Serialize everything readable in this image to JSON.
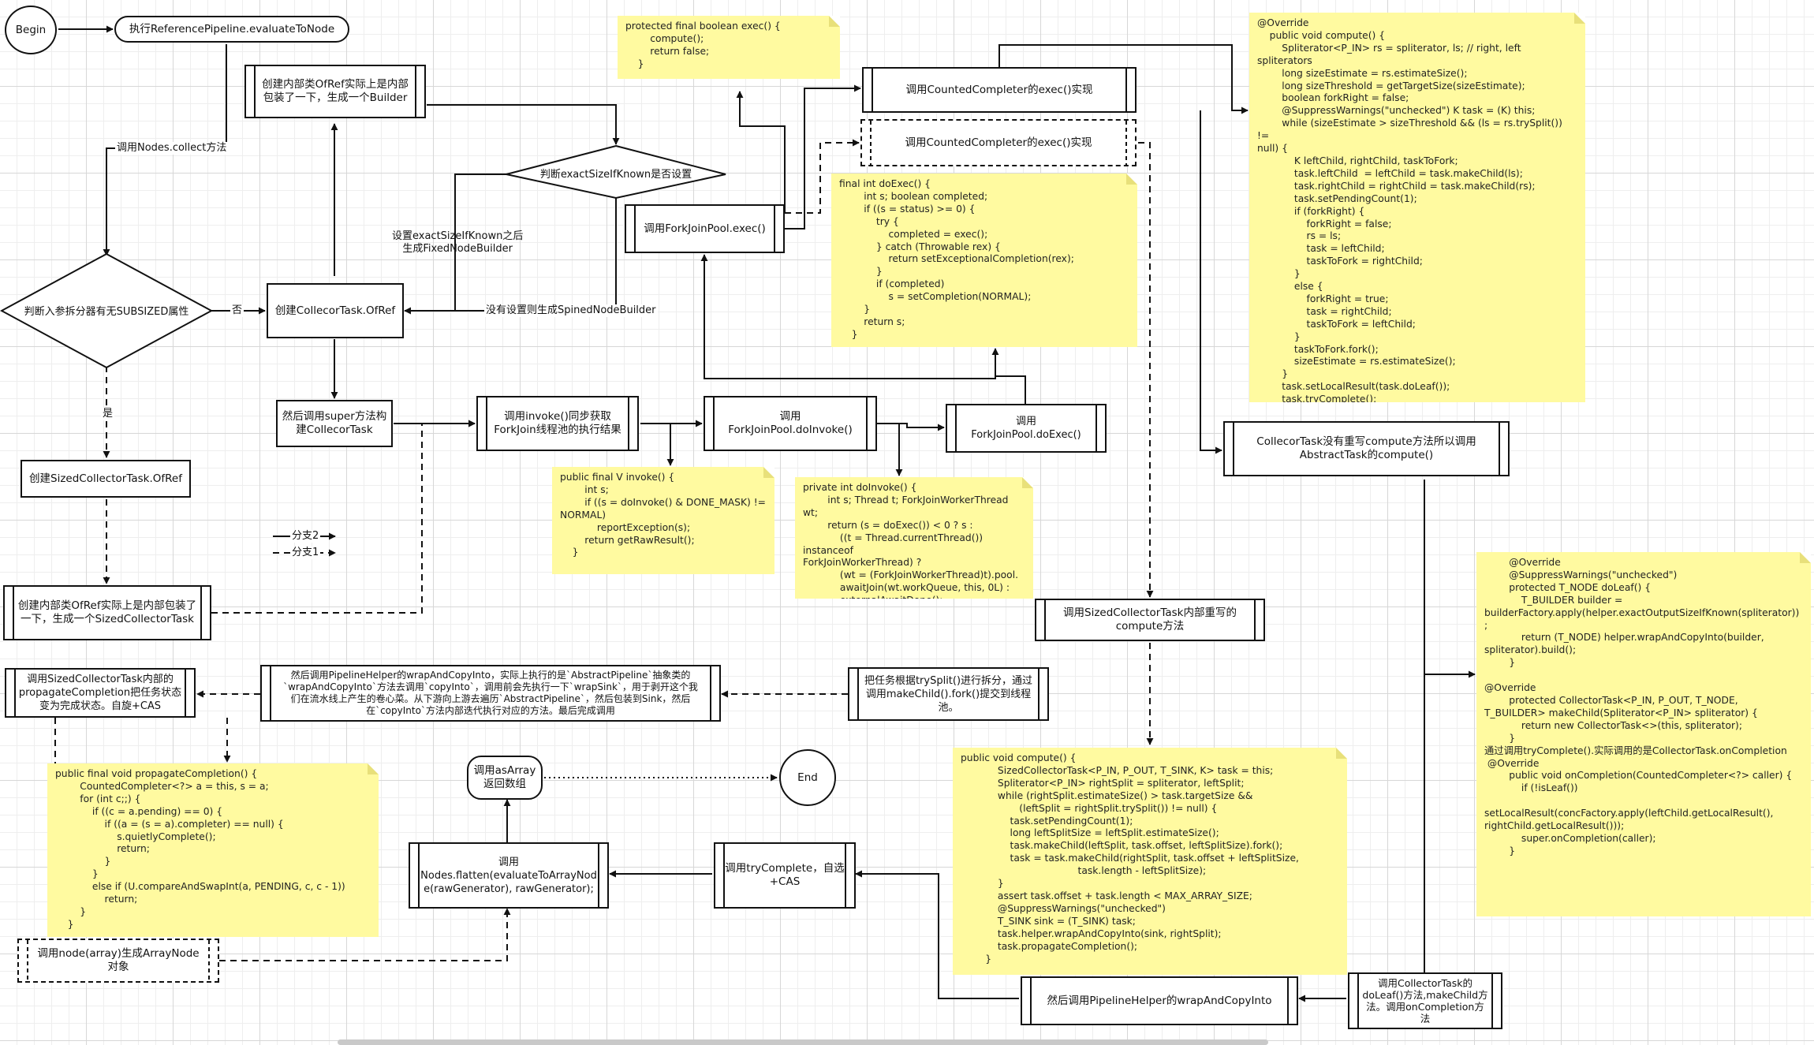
{
  "nodes": {
    "begin": "Begin",
    "start": "执行ReferencePipeline.evaluateToNode",
    "decision_subsized": "判断入参拆分器有无SUBSIZED属性",
    "create_ofref": "创建CollecorTask.OfRef",
    "create_sized": "创建SizedCollectorTask.OfRef",
    "wrap_builder": "创建内部类OfRef实际上是内部\n包装了一下，生成一个Builder",
    "decision_exact": "判断exactSizeIfKnown是否设置",
    "super_ctor": "然后调用super方法构\n建CollecorTask",
    "invoke": "调用invoke()同步获取\nForkJoin线程池的执行结果",
    "doinvoke": "调用ForkJoinPool.doInvoke()",
    "doexec": "调用ForkJoinPool.doExec()",
    "pool_exec": "调用ForkJoinPool.exec()",
    "cc_exec1": "调用CountedCompleter的exec()实现",
    "cc_exec2": "调用CountedCompleter的exec()实现",
    "abstract_compute": "CollecorTask没有重写compute方法所以调用\nAbstractTask的compute()",
    "sized_compute": "调用SizedCollectorTask内部重写的\ncompute方法",
    "wrap_sized": "创建内部类OfRef实际上是内部包装了\n一下，生成一个SizedCollectorTask",
    "split_fork": "把任务根据trySplit()进行拆分，通过\n调用makeChild().fork()提交到线程\n池。",
    "wrap_copy_long": "然后调用PipelineHelper的wrapAndCopyInto，实际上执行的是`AbstractPipeline`抽象类的\n`wrapAndCopyInto`方法去调用`copyInto`，调用前会先执行一下`wrapSink`，用于剥开这个我\n们在流水线上产生的卷心菜。从下游向上游去遍历`AbstractPipeline`，然后包装到Sink，然后\n在`copyInto`方法内部迭代执行对应的方法。最后完成调用",
    "propagate": "调用SizedCollectorTask内部的\npropagateCompletion把任务状态\n变为完成状态。自旋+CAS",
    "as_array": "调用asArray\n返回数组",
    "end": "End",
    "flatten": "调用\nNodes.flatten(evaluateToArrayNod\ne(rawGenerator), rawGenerator);",
    "try_complete": "调用tryComplete，自选\n+CAS",
    "node_array": "调用node(array)生成ArrayNode对象",
    "wrap_copy_short": "然后调用PipelineHelper的wrapAndCopyInto",
    "doleaf": "调用CollectorTask的\ndoLeaf()方法,makeChild方\n法。调用onCompletion方\n法"
  },
  "edge_labels": {
    "collect": "调用Nodes.collect方法",
    "no": "否",
    "yes": "是",
    "exact_set": "设置exactSizeIfKnown之后\n生成FixedNodeBuilder",
    "exact_unset": "没有设置则生成SpinedNodeBuilder",
    "legend_solid": "分支2",
    "legend_dashed": "分支1"
  },
  "notes": {
    "exec": "protected final boolean exec() {\n        compute();\n        return false;\n    }",
    "compute_abstract": "@Override\n    public void compute() {\n        Spliterator<P_IN> rs = spliterator, ls; // right, left spliterators\n        long sizeEstimate = rs.estimateSize();\n        long sizeThreshold = getTargetSize(sizeEstimate);\n        boolean forkRight = false;\n        @SuppressWarnings(\"unchecked\") K task = (K) this;\n        while (sizeEstimate > sizeThreshold && (ls = rs.trySplit()) !=\nnull) {\n            K leftChild, rightChild, taskToFork;\n            task.leftChild  = leftChild = task.makeChild(ls);\n            task.rightChild = rightChild = task.makeChild(rs);\n            task.setPendingCount(1);\n            if (forkRight) {\n                forkRight = false;\n                rs = ls;\n                task = leftChild;\n                taskToFork = rightChild;\n            }\n            else {\n                forkRight = true;\n                task = rightChild;\n                taskToFork = leftChild;\n            }\n            taskToFork.fork();\n            sizeEstimate = rs.estimateSize();\n        }\n        task.setLocalResult(task.doLeaf());\n        task.tryComplete();\n    }",
    "doexec": "final int doExec() {\n        int s; boolean completed;\n        if ((s = status) >= 0) {\n            try {\n                completed = exec();\n            } catch (Throwable rex) {\n                return setExceptionalCompletion(rex);\n            }\n            if (completed)\n                s = setCompletion(NORMAL);\n        }\n        return s;\n    }",
    "invoke": "public final V invoke() {\n        int s;\n        if ((s = doInvoke() & DONE_MASK) !=\nNORMAL)\n            reportException(s);\n        return getRawResult();\n    }",
    "doinvoke": "private int doInvoke() {\n        int s; Thread t; ForkJoinWorkerThread wt;\n        return (s = doExec()) < 0 ? s :\n            ((t = Thread.currentThread()) instanceof\nForkJoinWorkerThread) ?\n            (wt = (ForkJoinWorkerThread)t).pool.\n            awaitJoin(wt.workQueue, this, 0L) :\n            externalAwaitDone();\n    }",
    "doleaf": "        @Override\n        @SuppressWarnings(\"unchecked\")\n        protected T_NODE doLeaf() {\n            T_BUILDER builder =\nbuilderFactory.apply(helper.exactOutputSizeIfKnown(spliterator))\n;\n            return (T_NODE) helper.wrapAndCopyInto(builder,\nspliterator).build();\n        }\n\n@Override\n        protected CollectorTask<P_IN, P_OUT, T_NODE,\nT_BUILDER> makeChild(Spliterator<P_IN> spliterator) {\n            return new CollectorTask<>(this, spliterator);\n        }\n通过调用tryComplete().实际调用的是CollectorTask.onCompletion\n @Override\n        public void onCompletion(CountedCompleter<?> caller) {\n            if (!isLeaf())\n\nsetLocalResult(concFactory.apply(leftChild.getLocalResult(),\nrightChild.getLocalResult()));\n            super.onCompletion(caller);\n        }",
    "propagate": "public final void propagateCompletion() {\n        CountedCompleter<?> a = this, s = a;\n        for (int c;;) {\n            if ((c = a.pending) == 0) {\n                if ((a = (s = a).completer) == null) {\n                    s.quietlyComplete();\n                    return;\n                }\n            }\n            else if (U.compareAndSwapInt(a, PENDING, c, c - 1))\n                return;\n        }\n    }",
    "compute_sized": "public void compute() {\n            SizedCollectorTask<P_IN, P_OUT, T_SINK, K> task = this;\n            Spliterator<P_IN> rightSplit = spliterator, leftSplit;\n            while (rightSplit.estimateSize() > task.targetSize &&\n                   (leftSplit = rightSplit.trySplit()) != null) {\n                task.setPendingCount(1);\n                long leftSplitSize = leftSplit.estimateSize();\n                task.makeChild(leftSplit, task.offset, leftSplitSize).fork();\n                task = task.makeChild(rightSplit, task.offset + leftSplitSize,\n                                      task.length - leftSplitSize);\n            }\n            assert task.offset + task.length < MAX_ARRAY_SIZE;\n            @SuppressWarnings(\"unchecked\")\n            T_SINK sink = (T_SINK) task;\n            task.helper.wrapAndCopyInto(sink, rightSplit);\n            task.propagateCompletion();\n        }"
  }
}
